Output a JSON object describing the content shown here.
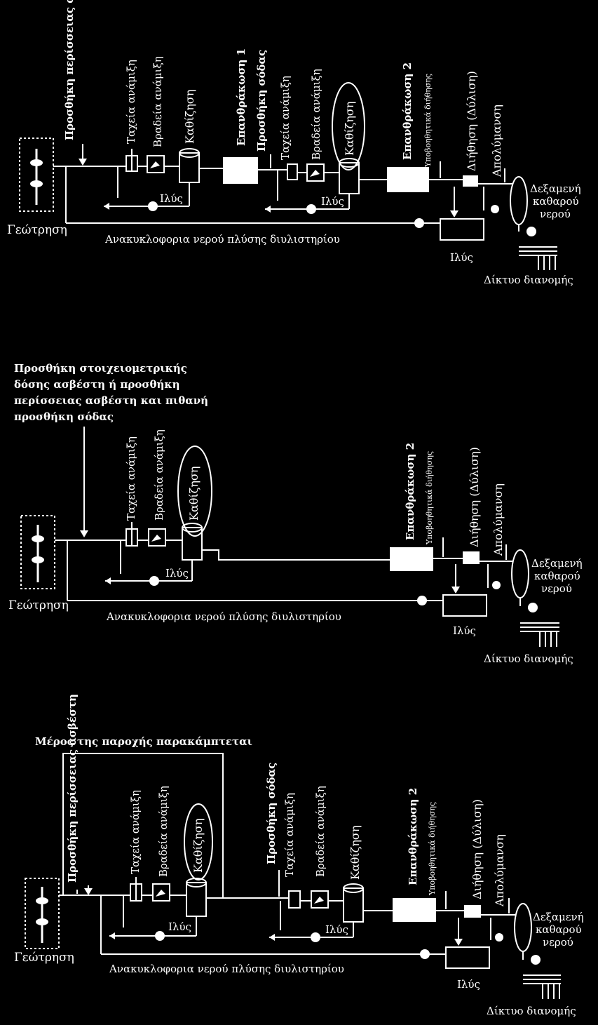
{
  "diagrams": [
    {
      "top_caption": "",
      "labels": {
        "well": "Γεώτρηση",
        "excess_lime": "Προσθήκη περίσσειας ασβέστη",
        "rapid_mix_1": "Ταχεία ανάμιξη",
        "slow_mix_1": "Βραδεία ανάμιξη",
        "settling_1": "Καθίζηση",
        "sludge_1": "Ιλύς",
        "recarb_1": "Επανθράκωση 1",
        "soda_add": "Προσθήκη σόδας",
        "rapid_mix_2": "Ταχεία ανάμιξη",
        "slow_mix_2": "Βραδεία ανάμιξη",
        "settling_2": "Καθίζηση",
        "sludge_2": "Ιλύς",
        "recarb_2": "Επανθράκωση 2",
        "filter_aid": "Υποβοηθητικά διήθησης",
        "filtration": "Διήθηση (Δύλιση)",
        "disinfection": "Απολύμανση",
        "clear_tank": "Δεξαμενή καθαρού νερού",
        "sludge_3": "Ιλύς",
        "distribution": "Δίκτυο διανομής",
        "recirc": "Ανακυκλοφορια νερού πλύσης διυλιστηρίου"
      }
    },
    {
      "top_caption": "Προσθήκη στοιχειομετρικής δόσης ασβέστη ή προσθήκη περίσσειας ασβέστη και πιθανή προσθήκη σόδας",
      "labels": {
        "well": "Γεώτρηση",
        "rapid_mix_1": "Ταχεία ανάμιξη",
        "slow_mix_1": "Βραδεία ανάμιξη",
        "settling_1": "Καθίζηση",
        "sludge_1": "Ιλύς",
        "recarb_2": "Επανθράκωση 2",
        "filter_aid": "Υποβοηθητικά διήθησης",
        "filtration": "Διήθηση (Δύλιση)",
        "disinfection": "Απολύμανση",
        "clear_tank": "Δεξαμενή καθαρού νερού",
        "sludge_3": "Ιλύς",
        "distribution": "Δίκτυο διανομής",
        "recirc": "Ανακυκλοφορια νερού πλύσης διυλιστηρίου"
      }
    },
    {
      "top_caption": "Μέρος της παροχής παρακάμπτεται",
      "labels": {
        "well": "Γεώτρηση",
        "excess_lime": "Προσθήκη περίσσειας ασβέστη",
        "rapid_mix_1": "Ταχεία ανάμιξη",
        "slow_mix_1": "Βραδεία ανάμιξη",
        "settling_1": "Καθίζηση",
        "sludge_1": "Ιλύς",
        "soda_add": "Προσθήκη σόδας",
        "rapid_mix_2": "Ταχεία ανάμιξη",
        "slow_mix_2": "Βραδεία ανάμιξη",
        "settling_2": "Καθίζηση",
        "sludge_2": "Ιλύς",
        "recarb_2": "Επανθράκωση 2",
        "filter_aid": "Υποβοηθητικά διήθησης",
        "filtration": "Διήθηση (Δύλιση)",
        "disinfection": "Απολύμανση",
        "clear_tank": "Δεξαμενή καθαρού νερού",
        "sludge_3": "Ιλύς",
        "distribution": "Δίκτυο διανομής",
        "recirc": "Ανακυκλοφορια νερού πλύσης διυλιστηρίου"
      }
    }
  ]
}
